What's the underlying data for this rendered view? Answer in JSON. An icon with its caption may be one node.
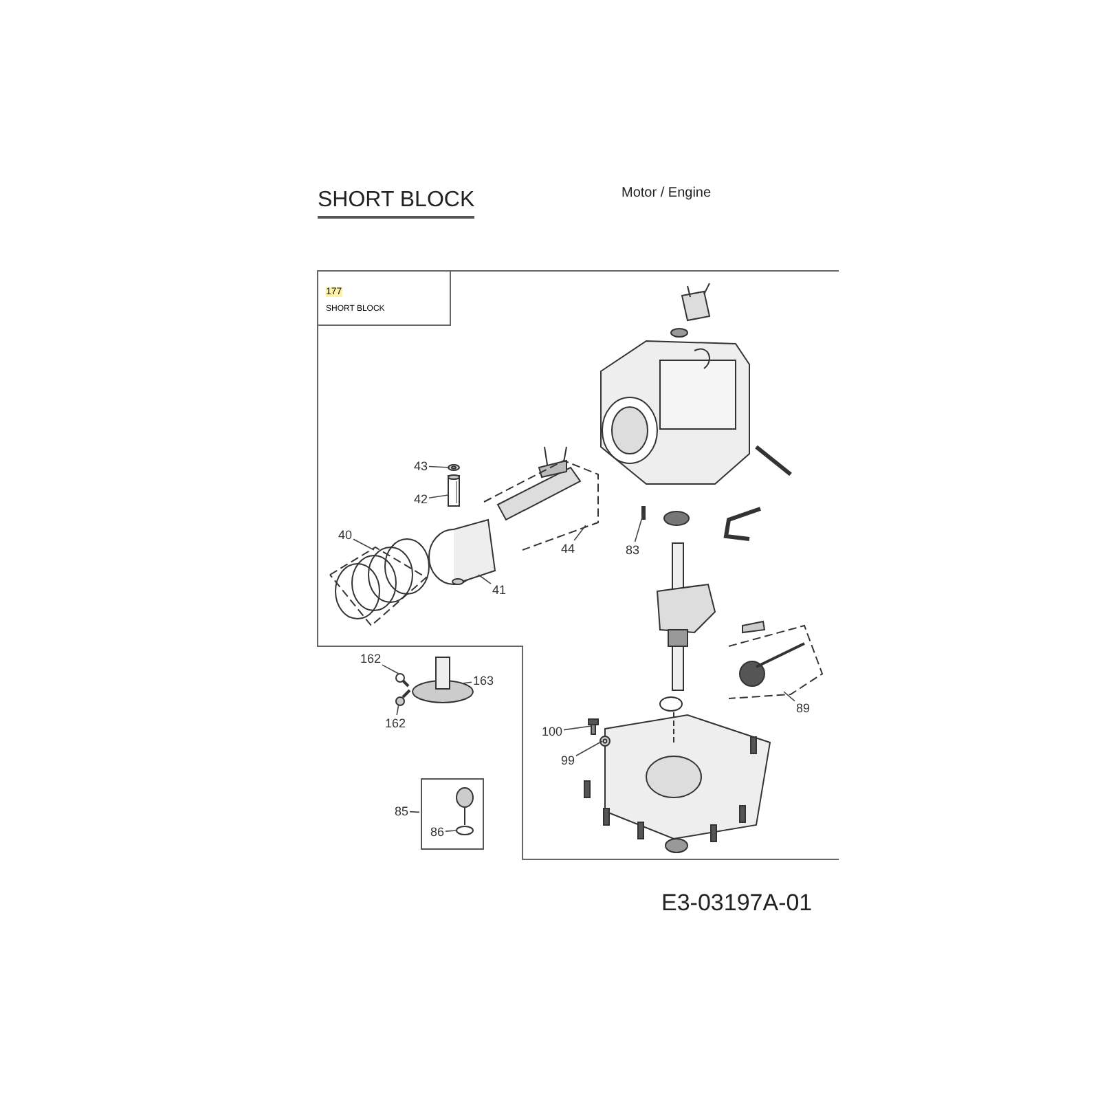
{
  "diagram": {
    "title": "SHORT BLOCK",
    "nodes": [
      {
        "text": [
          "177",
          "SHORT BLOCK"
        ]
      },
      {
        "text": [
          "43"
        ]
      },
      {
        "text": [
          "42"
        ]
      },
      {
        "text": [
          "40"
        ]
      },
      {
        "text": [
          "41"
        ]
      },
      {
        "text": [
          "44"
        ]
      },
      {
        "text": [
          "83"
        ]
      },
      {
        "text": [
          "89"
        ]
      },
      {
        "text": [
          "162"
        ]
      },
      {
        "text": [
          "163"
        ]
      },
      {
        "text": [
          "162"
        ]
      },
      {
        "text": [
          "85"
        ]
      },
      {
        "text": [],
        "shape": "box"
      },
      {
        "text": [
          "86"
        ],
        "in": 12
      },
      {
        "text": [
          "100"
        ]
      },
      {
        "text": [
          "99"
        ]
      },
      {
        "text": [],
        "shape": "picture"
      },
      {
        "text": [],
        "shape": "picture"
      },
      {
        "text": [],
        "shape": "picture"
      },
      {
        "text": [],
        "shape": "picture"
      },
      {
        "text": [],
        "shape": "picture"
      },
      {
        "text": [],
        "shape": "picture"
      },
      {
        "text": [],
        "shape": "picture"
      },
      {
        "text": [],
        "shape": "picture"
      },
      {
        "text": [],
        "shape": "picture"
      },
      {
        "text": [],
        "shape": "picture"
      },
      {
        "text": [],
        "shape": "picture"
      },
      {
        "text": [],
        "shape": "picture"
      }
    ],
    "edges": [
      {
        "from": 1,
        "to": 16,
        "arrow": "none"
      },
      {
        "from": 2,
        "to": 17,
        "arrow": "none"
      },
      {
        "from": 3,
        "to": 18,
        "arrow": "none"
      },
      {
        "from": 4,
        "to": 19,
        "arrow": "none"
      },
      {
        "from": 5,
        "to": 20,
        "arrow": "none"
      },
      {
        "from": 6,
        "to": 21,
        "arrow": "none"
      },
      {
        "from": 7,
        "to": 22,
        "arrow": "none"
      },
      {
        "from": 8,
        "to": 23,
        "arrow": "none"
      },
      {
        "from": 9,
        "to": 24,
        "arrow": "none"
      },
      {
        "from": 10,
        "to": 25,
        "arrow": "none"
      },
      {
        "from": 11,
        "to": 12,
        "arrow": "none"
      },
      {
        "from": 13,
        "to": null,
        "arrow": "none"
      },
      {
        "from": 14,
        "to": 26,
        "arrow": "none"
      },
      {
        "from": 15,
        "to": 27,
        "arrow": "none"
      }
    ],
    "labels": [
      "Motor / Engine",
      "E3-03197A-01"
    ]
  }
}
